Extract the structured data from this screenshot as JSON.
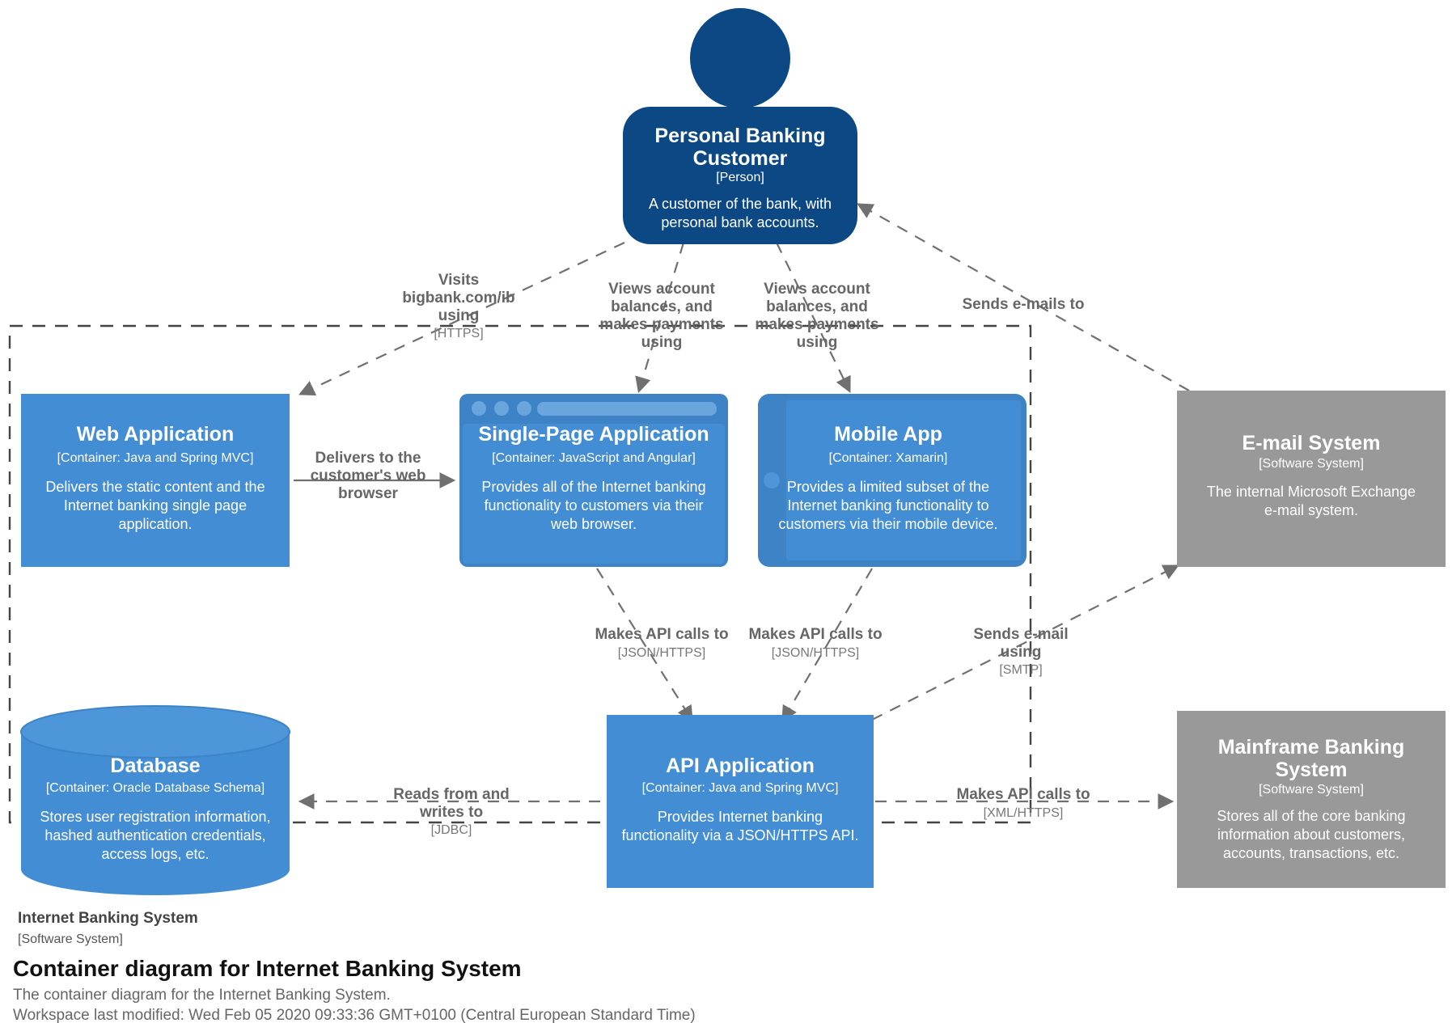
{
  "diagram": {
    "kind": "c4-container-diagram",
    "caption": {
      "title": "Container diagram for Internet Banking System",
      "description": "The container diagram for the Internet Banking System.",
      "modified": "Workspace last modified: Wed Feb 05 2020 09:33:36 GMT+0100 (Central European Standard Time)"
    },
    "boundary": {
      "name": "Internet Banking System",
      "type": "[Software System]"
    },
    "colors": {
      "person": "#0b4884",
      "container": "#438dd5",
      "external_system": "#999999",
      "edge": "#707070",
      "edge_label": "#666666",
      "edge_tech": "#777777",
      "boundary_stroke": "#444444",
      "background": "#ffffff"
    }
  },
  "nodes": {
    "person": {
      "name": "Personal Banking Customer",
      "name_line1": "Personal Banking",
      "name_line2": "Customer",
      "type": "[Person]",
      "description": "A customer of the bank, with personal bank accounts.",
      "desc_line1": "A customer of the bank, with",
      "desc_line2": "personal bank accounts.",
      "shape": "person"
    },
    "web_application": {
      "name": "Web Application",
      "type": "[Container: Java and Spring MVC]",
      "description": "Delivers the static content and the Internet banking single page application.",
      "desc_line1": "Delivers the static content and the",
      "desc_line2": "Internet banking single page",
      "desc_line3": "application.",
      "shape": "box"
    },
    "single_page_application": {
      "name": "Single-Page Application",
      "type": "[Container: JavaScript and Angular]",
      "description": "Provides all of the Internet banking functionality to customers via their web browser.",
      "desc_line1": "Provides all of the Internet banking",
      "desc_line2": "functionality to customers via their",
      "desc_line3": "web browser.",
      "shape": "web-browser"
    },
    "mobile_app": {
      "name": "Mobile App",
      "type": "[Container: Xamarin]",
      "description": "Provides a limited subset of the Internet banking functionality to customers via their mobile device.",
      "desc_line1": "Provides a limited subset of the",
      "desc_line2": "Internet banking functionality to",
      "desc_line3": "customers via their mobile device.",
      "shape": "mobile-device-landscape"
    },
    "email_system": {
      "name": "E-mail System",
      "type": "[Software System]",
      "description": "The internal Microsoft Exchange e-mail system.",
      "desc_line1": "The internal Microsoft Exchange",
      "desc_line2": "e-mail system.",
      "shape": "box"
    },
    "database": {
      "name": "Database",
      "type": "[Container: Oracle Database Schema]",
      "description": "Stores user registration information, hashed authentication credentials, access logs, etc.",
      "desc_line1": "Stores user registration information,",
      "desc_line2": "hashed authentication credentials,",
      "desc_line3": "access logs, etc.",
      "shape": "cylinder"
    },
    "api_application": {
      "name": "API Application",
      "type": "[Container: Java and Spring MVC]",
      "description": "Provides Internet banking functionality via a JSON/HTTPS API.",
      "desc_line1": "Provides Internet banking",
      "desc_line2": "functionality via a JSON/HTTPS API.",
      "shape": "box"
    },
    "mainframe_banking_system": {
      "name": "Mainframe Banking System",
      "name_line1": "Mainframe Banking",
      "name_line2": "System",
      "type": "[Software System]",
      "description": "Stores all of the core banking information about customers, accounts, transactions, etc.",
      "desc_line1": "Stores all of the core banking",
      "desc_line2": "information about customers,",
      "desc_line3": "accounts, transactions, etc.",
      "shape": "box"
    }
  },
  "relationships": [
    {
      "id": "person-to-web-application",
      "label": "Visits bigbank.com/ib using",
      "label_line1": "Visits",
      "label_line2": "bigbank.com/ib",
      "label_line3": "using",
      "technology": "[HTTPS]",
      "style": "dashed"
    },
    {
      "id": "person-to-single-page-application",
      "label": "Views account balances, and makes payments using",
      "label_line1": "Views account",
      "label_line2": "balances, and",
      "label_line3": "makes payments",
      "label_line4": "using",
      "technology": "",
      "style": "dashed"
    },
    {
      "id": "person-to-mobile-app",
      "label": "Views account balances, and makes payments using",
      "label_line1": "Views account",
      "label_line2": "balances, and",
      "label_line3": "makes payments",
      "label_line4": "using",
      "technology": "",
      "style": "dashed"
    },
    {
      "id": "email-system-to-person",
      "label": "Sends e-mails to",
      "label_line1": "Sends e-mails to",
      "technology": "",
      "style": "dashed"
    },
    {
      "id": "web-application-to-single-page-application",
      "label": "Delivers to the customer's web browser",
      "label_line1": "Delivers to the",
      "label_line2": "customer's web",
      "label_line3": "browser",
      "technology": "",
      "style": "solid"
    },
    {
      "id": "single-page-application-to-api-application",
      "label": "Makes API calls to",
      "label_line1": "Makes API calls to",
      "technology": "[JSON/HTTPS]",
      "style": "dashed"
    },
    {
      "id": "mobile-app-to-api-application",
      "label": "Makes API calls to",
      "label_line1": "Makes API calls to",
      "technology": "[JSON/HTTPS]",
      "style": "dashed"
    },
    {
      "id": "api-application-to-email-system",
      "label": "Sends e-mail using",
      "label_line1": "Sends e-mail",
      "label_line2": "using",
      "technology": "[SMTP]",
      "style": "dashed"
    },
    {
      "id": "api-application-to-database",
      "label": "Reads from and writes to",
      "label_line1": "Reads from and",
      "label_line2": "writes to",
      "technology": "[JDBC]",
      "style": "dashed"
    },
    {
      "id": "api-application-to-mainframe-banking-system",
      "label": "Makes API calls to",
      "label_line1": "Makes API calls to",
      "technology": "[XML/HTTPS]",
      "style": "dashed"
    }
  ]
}
